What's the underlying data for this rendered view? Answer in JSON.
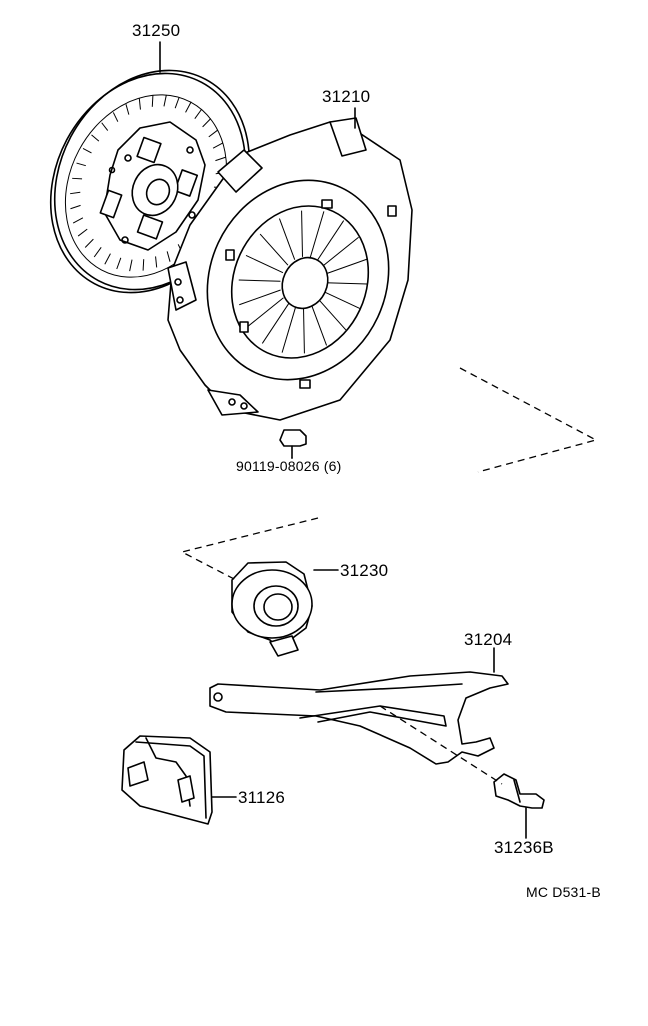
{
  "parts": {
    "clutch_disc": "31250",
    "pressure_plate": "31210",
    "bolt": "90119-08026 (6)",
    "release_bearing": "31230",
    "release_fork": "31204",
    "boot": "31126",
    "pivot_stud": "31236B"
  },
  "footer": {
    "code": "MC  D531-B"
  },
  "colors": {
    "ink": "#000000",
    "paper": "#ffffff"
  }
}
